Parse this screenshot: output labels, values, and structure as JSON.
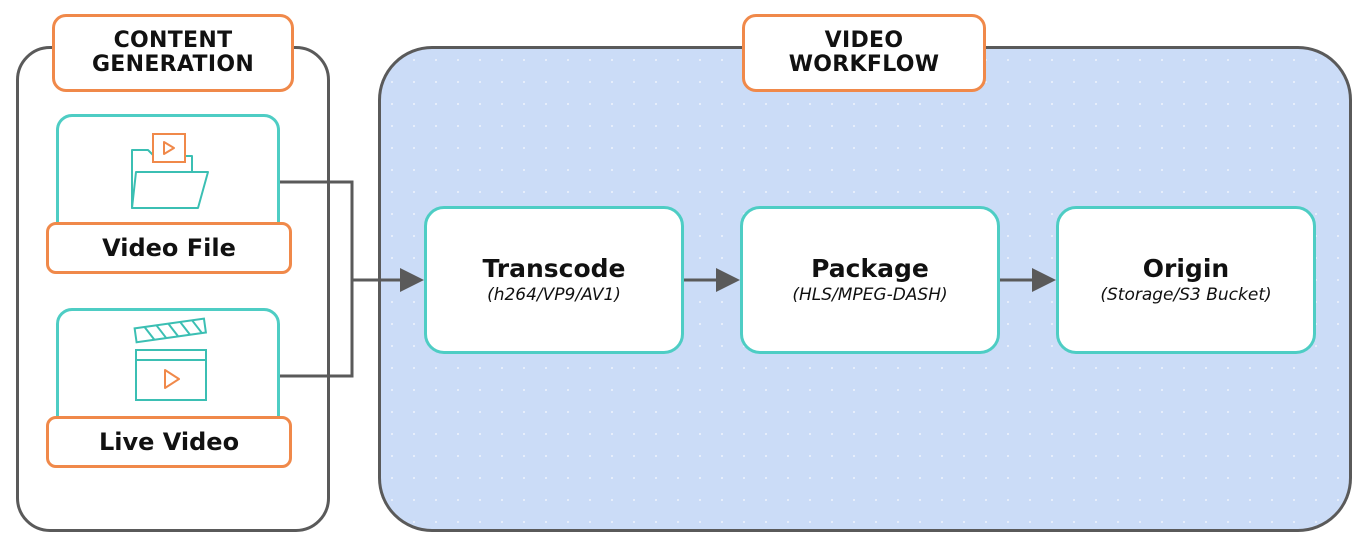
{
  "content_generation": {
    "label": "CONTENT\nGENERATION",
    "sources": [
      {
        "label": "Video File",
        "icon": "folder-video-icon"
      },
      {
        "label": "Live Video",
        "icon": "clapperboard-icon"
      }
    ]
  },
  "video_workflow": {
    "label": "VIDEO\nWORKFLOW",
    "stages": [
      {
        "title": "Transcode",
        "subtitle": "(h264/VP9/AV1)"
      },
      {
        "title": "Package",
        "subtitle": "(HLS/MPEG-DASH)"
      },
      {
        "title": "Origin",
        "subtitle": "(Storage/S3 Bucket)"
      }
    ]
  },
  "colors": {
    "accent_orange": "#f0894a",
    "accent_teal": "#4ecdc4",
    "workflow_fill": "#cbdcf7",
    "outline": "#5a5a5a"
  }
}
